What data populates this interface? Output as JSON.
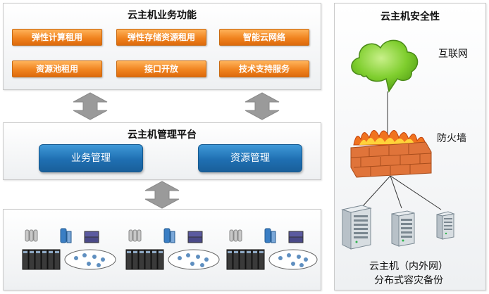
{
  "business": {
    "title": "云主机业务功能",
    "buttons": [
      "弹性计算租用",
      "弹性存储资源租用",
      "智能云网络",
      "资源池租用",
      "接口开放",
      "技术支持服务"
    ],
    "button_color": "#f0831f"
  },
  "platform": {
    "title": "云主机管理平台",
    "buttons": [
      "业务管理",
      "资源管理"
    ],
    "button_color": "#1f6fb2"
  },
  "security": {
    "title": "云主机安全性",
    "internet_label": "互联网",
    "firewall_label": "防火墙",
    "bottom_line1": "云主机（内外网）",
    "bottom_line2": "分布式容灾备份"
  },
  "icons": [
    "cloud-icon",
    "firewall-icon",
    "server-icon",
    "double-arrow-icon",
    "server-cluster-icon"
  ]
}
